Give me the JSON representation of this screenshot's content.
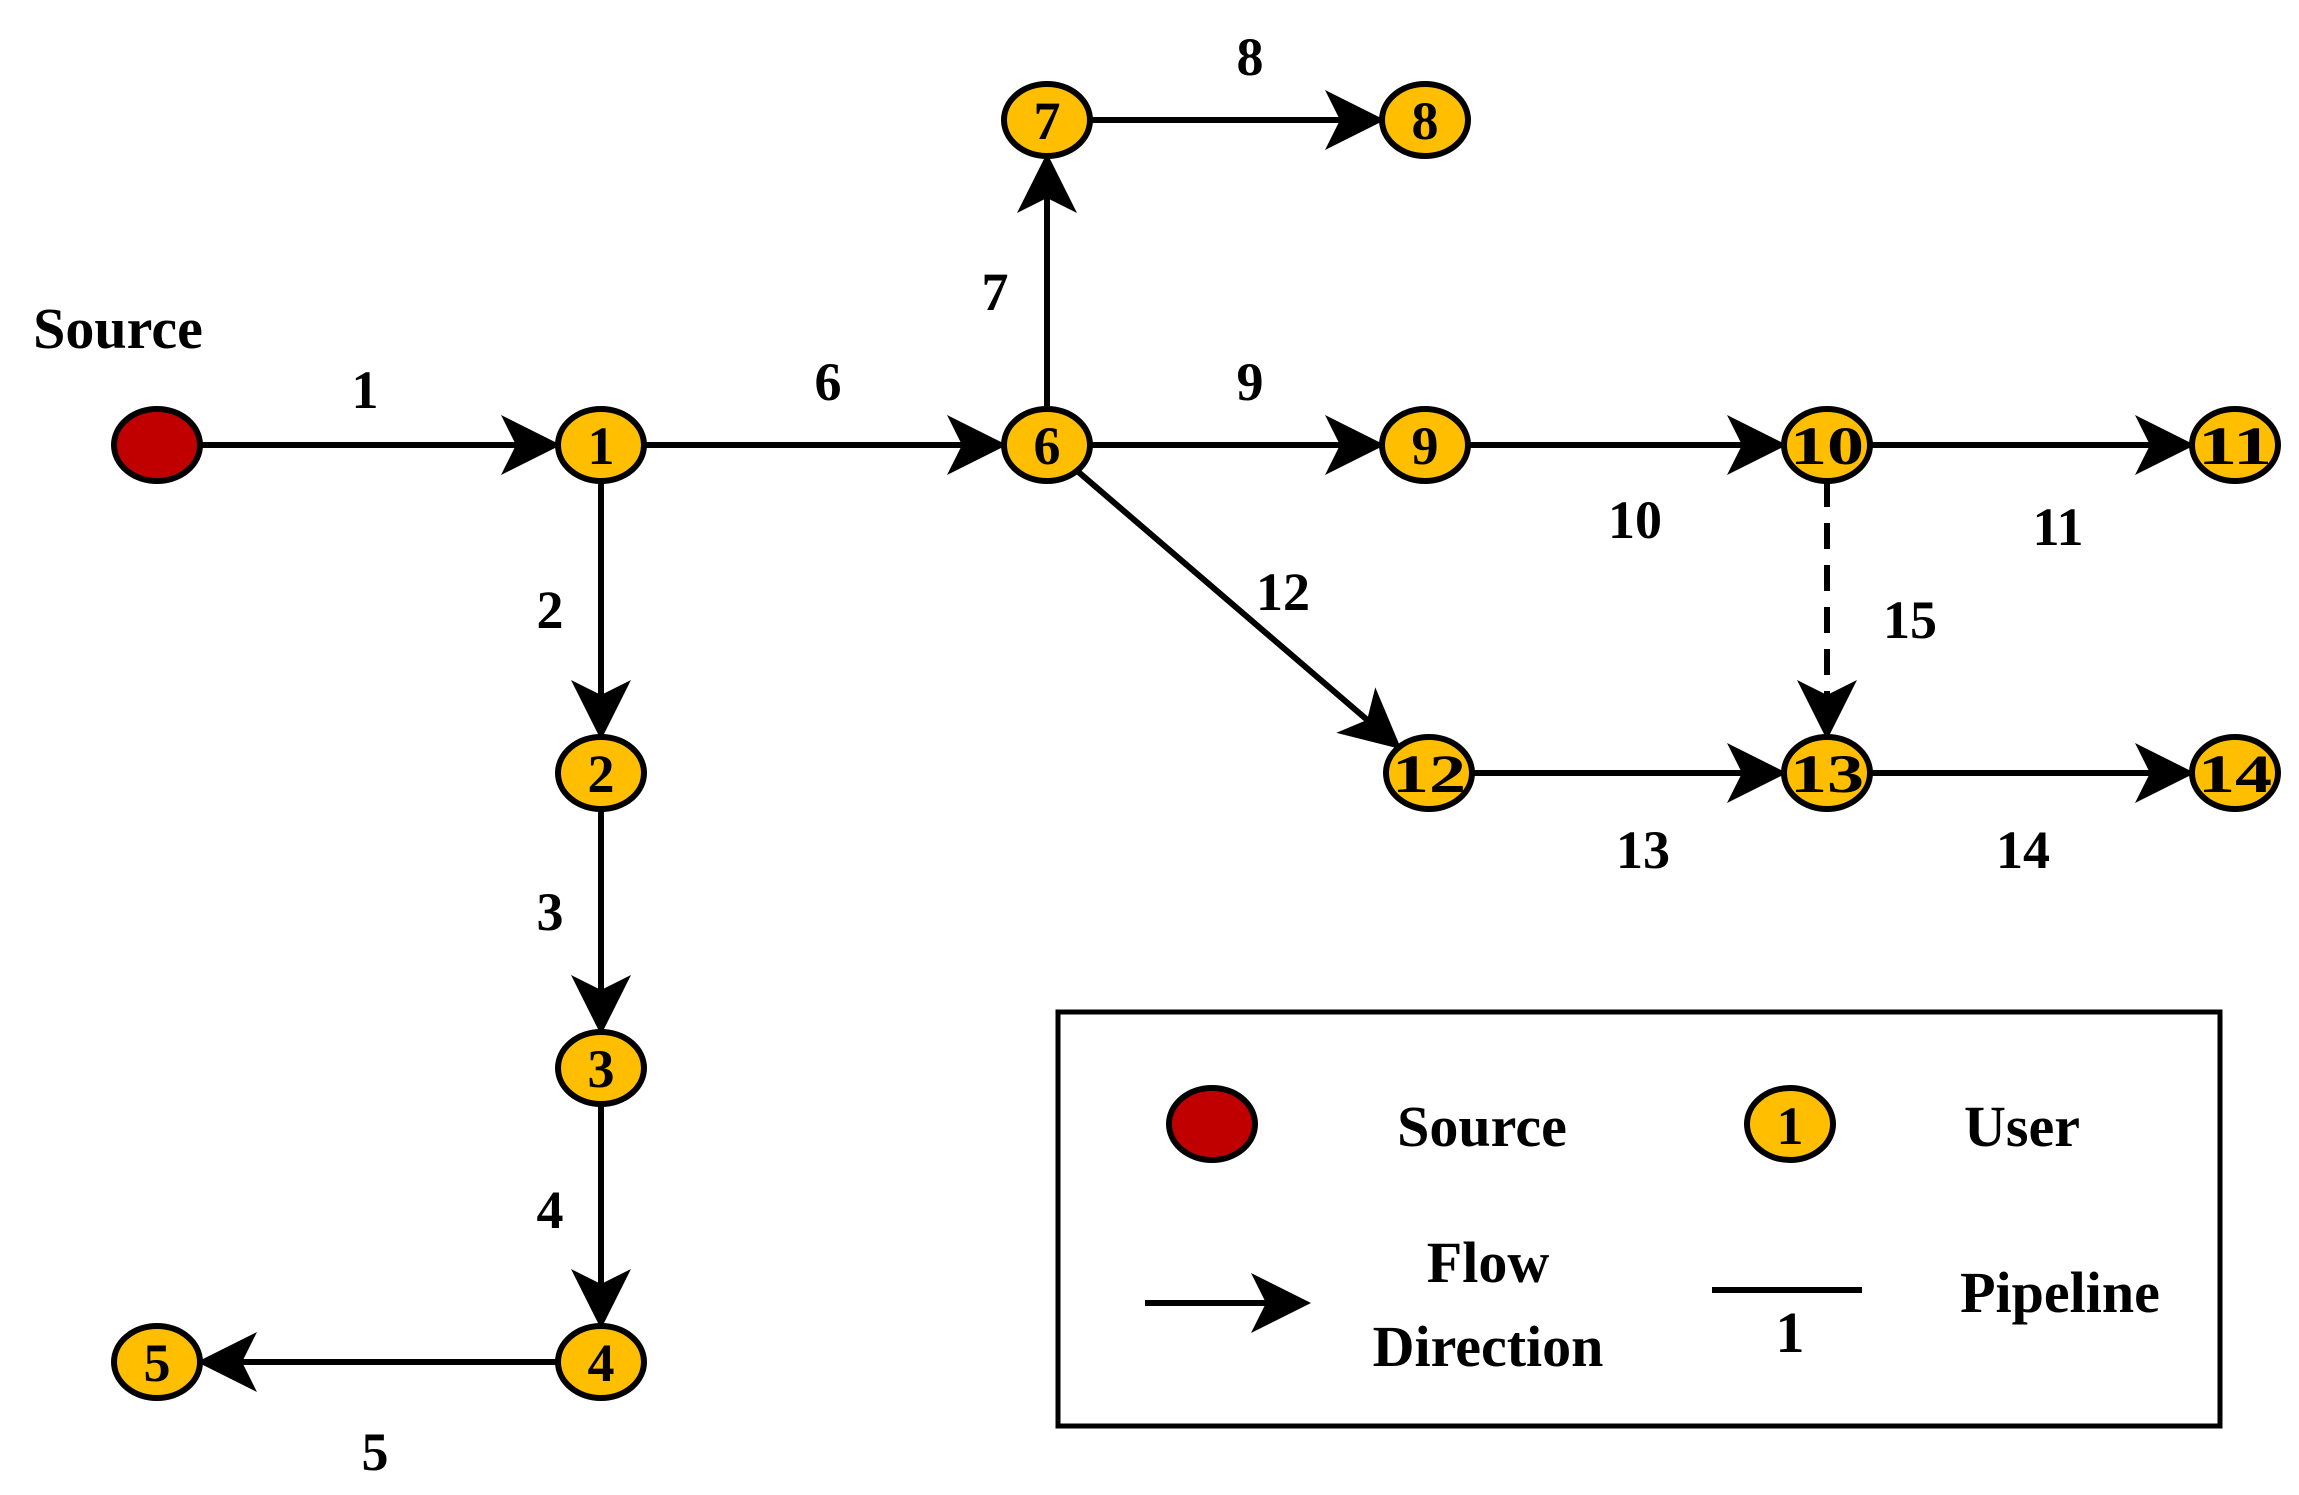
{
  "diagram": {
    "source_label": "Source",
    "colors": {
      "user": "#ffbf00",
      "source": "#c00000",
      "line": "#000000"
    },
    "nodes": [
      {
        "id": "1",
        "label": "1"
      },
      {
        "id": "2",
        "label": "2"
      },
      {
        "id": "3",
        "label": "3"
      },
      {
        "id": "4",
        "label": "4"
      },
      {
        "id": "5",
        "label": "5"
      },
      {
        "id": "6",
        "label": "6"
      },
      {
        "id": "7",
        "label": "7"
      },
      {
        "id": "8",
        "label": "8"
      },
      {
        "id": "9",
        "label": "9"
      },
      {
        "id": "10",
        "label": "10"
      },
      {
        "id": "11",
        "label": "11"
      },
      {
        "id": "12",
        "label": "12"
      },
      {
        "id": "13",
        "label": "13"
      },
      {
        "id": "14",
        "label": "14"
      }
    ],
    "pipelines": [
      {
        "label": "1",
        "from": "S",
        "to": "1",
        "dashed": false
      },
      {
        "label": "2",
        "from": "1",
        "to": "2",
        "dashed": false
      },
      {
        "label": "3",
        "from": "2",
        "to": "3",
        "dashed": false
      },
      {
        "label": "4",
        "from": "3",
        "to": "4",
        "dashed": false
      },
      {
        "label": "5",
        "from": "4",
        "to": "5",
        "dashed": false
      },
      {
        "label": "6",
        "from": "1",
        "to": "6",
        "dashed": false
      },
      {
        "label": "7",
        "from": "6",
        "to": "7",
        "dashed": false
      },
      {
        "label": "8",
        "from": "7",
        "to": "8",
        "dashed": false
      },
      {
        "label": "9",
        "from": "6",
        "to": "9",
        "dashed": false
      },
      {
        "label": "10",
        "from": "9",
        "to": "10",
        "dashed": false
      },
      {
        "label": "11",
        "from": "10",
        "to": "11",
        "dashed": false
      },
      {
        "label": "12",
        "from": "6",
        "to": "12",
        "dashed": false
      },
      {
        "label": "13",
        "from": "12",
        "to": "13",
        "dashed": false
      },
      {
        "label": "14",
        "from": "13",
        "to": "14",
        "dashed": false
      },
      {
        "label": "15",
        "from": "10",
        "to": "13",
        "dashed": true
      }
    ]
  },
  "legend": {
    "source_label": "Source",
    "user_symbol_label": "1",
    "user_label": "User",
    "flow_label_line1": "Flow",
    "flow_label_line2": "Direction",
    "pipeline_symbol_label": "1",
    "pipeline_label": "Pipeline"
  }
}
